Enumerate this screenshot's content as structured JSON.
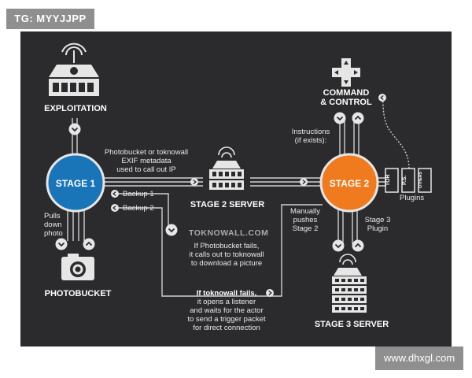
{
  "watermark_top": "TG: MYYJJPP",
  "watermark_bottom": "www.dhxgl.com",
  "colors": {
    "background": "#2b2b2d",
    "stage1": "#1a74b8",
    "stage2": "#f07a1e",
    "line": "#cfcfcf"
  },
  "nodes": {
    "exploitation": "EXPLOITATION",
    "stage1": "STAGE 1",
    "stage2": "STAGE 2",
    "stage2_server": "STAGE 2 SERVER",
    "stage3_server": "STAGE 3 SERVER",
    "photobucket": "PHOTOBUCKET",
    "command_line1": "COMMAND",
    "command_line2": "& CONTROL"
  },
  "labels": {
    "photobucket_exif_1": "Photobucket or toknowall",
    "photobucket_exif_2": "EXIF metadata",
    "photobucket_exif_3": "used to call out IP",
    "backup1": "Backup 1",
    "backup2": "Backup 2",
    "pulls_1": "Pulls",
    "pulls_2": "down",
    "pulls_3": "photo",
    "toknowall_url": "TOKNOWALL.COM",
    "pb_fails_1": "If Photobucket fails,",
    "pb_fails_2": "it calls out to toknowall",
    "pb_fails_3": "to download a picture",
    "tk_fails_1": "If toknowall fails,",
    "tk_fails_2": "it opens a listener",
    "tk_fails_3": "and waits for the actor",
    "tk_fails_4": "to send a trigger packet",
    "tk_fails_5": "for direct connection",
    "instructions_1": "Instructions",
    "instructions_2": "(if exists):",
    "manual_1": "Manually",
    "manual_2": "pushes",
    "manual_3": "Stage 2",
    "stage3plugin_1": "Stage 3",
    "stage3plugin_2": "Plugin",
    "plugins": "Plugins",
    "plugin_tor": "TOR",
    "plugin_ps": "P.S.",
    "plugin_others": "OTHERS"
  },
  "icons": {
    "exploitation": "radioactive-router-icon",
    "stage2_server": "radioactive-server-icon",
    "stage3_server": "radioactive-server-stack-icon",
    "photobucket": "camera-icon",
    "command_control": "dpad-icon"
  }
}
